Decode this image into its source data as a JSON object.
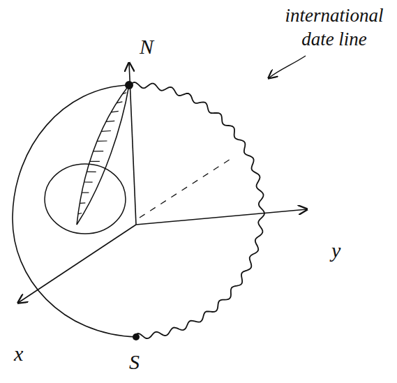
{
  "diagram": {
    "labels": [
      "N",
      "international date line",
      "x",
      "y",
      "S"
    ]
  }
}
